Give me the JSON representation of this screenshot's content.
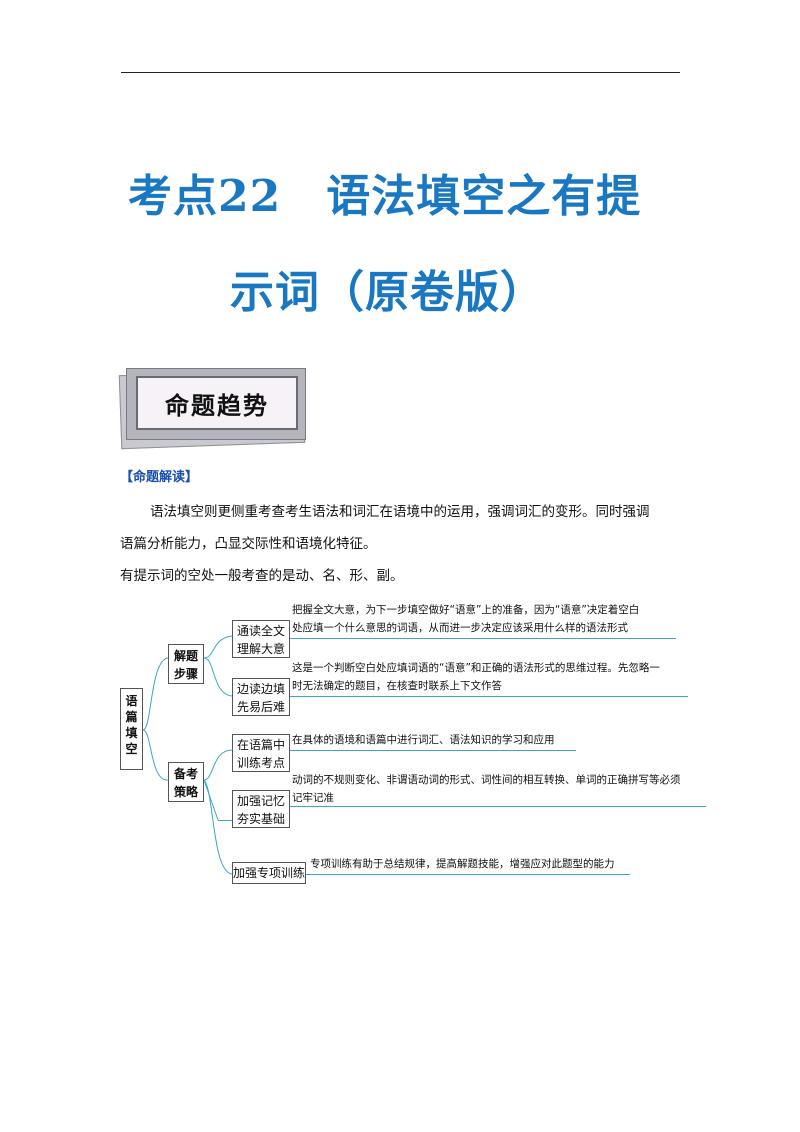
{
  "title": {
    "line1": "考点22　语法填空之有提",
    "line2": "示词（原卷版）"
  },
  "banner": {
    "label": "命题趋势"
  },
  "section": {
    "heading": "【命题解读】"
  },
  "paragraphs": [
    "语法填空则更侧重考查考生语法和词汇在语境中的运用，强调词汇的变形。同时强调",
    "语篇分析能力，凸显交际性和语境化特征。",
    "有提示词的空处一般考查的是动、名、形、副。"
  ],
  "mindmap": {
    "root": "语篇填空",
    "branches": [
      {
        "label": "解题步骤",
        "children": [
          {
            "label": "通读全文理解大意",
            "desc": [
              "把握全文大意，为下一步填空做好“语意”上的准备，因为“语意”决定着空白",
              "处应填一个什么意思的词语，从而进一步决定应该采用什么样的语法形式"
            ]
          },
          {
            "label": "边读边填先易后难",
            "desc": [
              "这是一个判断空白处应填词语的“语意”和正确的语法形式的思维过程。先忽略一",
              "时无法确定的题目，在核查时联系上下文作答"
            ]
          }
        ]
      },
      {
        "label": "备考策略",
        "children": [
          {
            "label": "在语篇中训练考点",
            "desc": [
              "在具体的语境和语篇中进行词汇、语法知识的学习和应用"
            ]
          },
          {
            "label": "加强记忆夯实基础",
            "desc": [
              "动词的不规则变化、非谓语动词的形式、词性间的相互转换、单词的正确拼写等必须",
              "记牢记准"
            ]
          },
          {
            "label": "加强专项训练",
            "desc": [
              "专项训练有助于总结规律，提高解题技能，增强应对此题型的能力"
            ]
          }
        ]
      }
    ]
  },
  "colors": {
    "title": "#1a78c2",
    "heading": "#1a4fb0",
    "connector": "#3ba7c9"
  }
}
